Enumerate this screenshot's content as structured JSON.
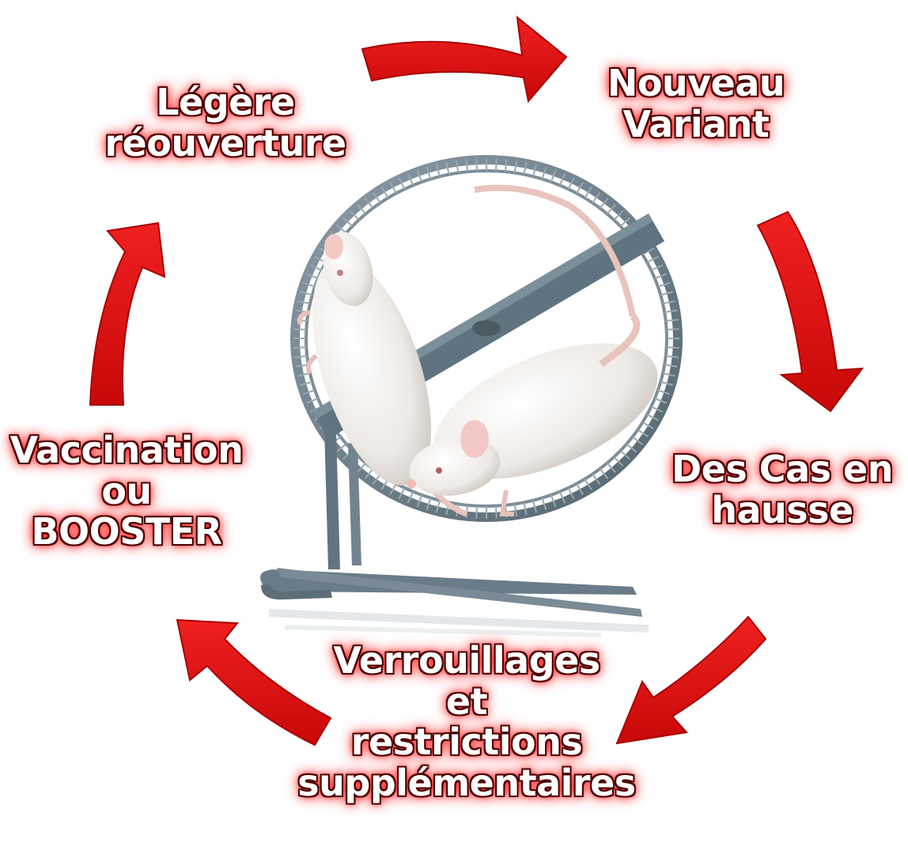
{
  "colors": {
    "background": "#ffffff",
    "arrow": "#e01010",
    "arrow_dark": "#b00000",
    "label_fill": "#ffffff",
    "label_outline": "#4a0000",
    "label_glow": "#ff2a2a",
    "wheel_metal": "#6e8290",
    "rat_fur": "#f4f1ee"
  },
  "cycle": {
    "stages": [
      {
        "lines": [
          "Légère",
          "réouverture"
        ]
      },
      {
        "lines": [
          "Nouveau",
          "Variant"
        ]
      },
      {
        "lines": [
          "Des Cas en",
          "hausse"
        ]
      },
      {
        "lines": [
          "Verrouillages",
          "et",
          "restrictions",
          "supplémentaires"
        ]
      },
      {
        "lines": [
          "Vaccination",
          "ou",
          "BOOSTER"
        ]
      }
    ]
  },
  "illustration": {
    "subject": "two white rats running in a metal hamster wheel",
    "icons": [
      "wheel-icon",
      "rat-icon",
      "arrow-icon"
    ]
  }
}
